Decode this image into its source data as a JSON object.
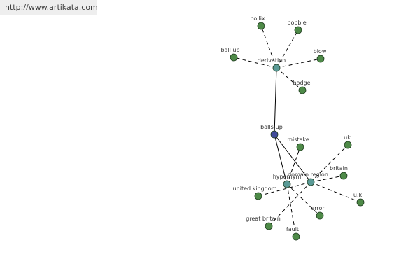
{
  "source": {
    "url_text": "http://www.artikata.com"
  },
  "colors": {
    "center": "#404a9a",
    "relation": "#5a9a96",
    "leaf": "#4e8a48",
    "edge": "#000000"
  },
  "graph": {
    "center": "balls-up",
    "relations": [
      "derivation",
      "hypernym",
      "domain region"
    ],
    "nodes": [
      {
        "id": "balls_up",
        "label": "balls-up",
        "kind": "center"
      },
      {
        "id": "derivation",
        "label": "derivation",
        "kind": "relation"
      },
      {
        "id": "hypernym",
        "label": "hypernym",
        "kind": "relation"
      },
      {
        "id": "domain_region",
        "label": "domain region",
        "kind": "relation"
      },
      {
        "id": "bollix",
        "label": "bollix",
        "kind": "leaf"
      },
      {
        "id": "bobble",
        "label": "bobble",
        "kind": "leaf"
      },
      {
        "id": "ball_up",
        "label": "ball up",
        "kind": "leaf"
      },
      {
        "id": "blow",
        "label": "blow",
        "kind": "leaf"
      },
      {
        "id": "bodge",
        "label": "bodge",
        "kind": "leaf"
      },
      {
        "id": "mistake",
        "label": "mistake",
        "kind": "leaf"
      },
      {
        "id": "error",
        "label": "error",
        "kind": "leaf"
      },
      {
        "id": "fault",
        "label": "fault",
        "kind": "leaf"
      },
      {
        "id": "uk",
        "label": "uk",
        "kind": "leaf"
      },
      {
        "id": "britain",
        "label": "britain",
        "kind": "leaf"
      },
      {
        "id": "u_k",
        "label": "u.k",
        "kind": "leaf"
      },
      {
        "id": "united_kingdom",
        "label": "united kingdom",
        "kind": "leaf"
      },
      {
        "id": "great_britain",
        "label": "great britain",
        "kind": "leaf"
      }
    ],
    "edges": [
      {
        "from": "balls_up",
        "to": "derivation",
        "style": "solid"
      },
      {
        "from": "balls_up",
        "to": "hypernym",
        "style": "solid"
      },
      {
        "from": "balls_up",
        "to": "domain_region",
        "style": "solid"
      },
      {
        "from": "derivation",
        "to": "bollix",
        "style": "dashed"
      },
      {
        "from": "derivation",
        "to": "bobble",
        "style": "dashed"
      },
      {
        "from": "derivation",
        "to": "ball_up",
        "style": "dashed"
      },
      {
        "from": "derivation",
        "to": "blow",
        "style": "dashed"
      },
      {
        "from": "derivation",
        "to": "bodge",
        "style": "dashed"
      },
      {
        "from": "hypernym",
        "to": "mistake",
        "style": "dashed"
      },
      {
        "from": "hypernym",
        "to": "error",
        "style": "dashed"
      },
      {
        "from": "hypernym",
        "to": "fault",
        "style": "dashed"
      },
      {
        "from": "domain_region",
        "to": "uk",
        "style": "dashed"
      },
      {
        "from": "domain_region",
        "to": "britain",
        "style": "dashed"
      },
      {
        "from": "domain_region",
        "to": "u_k",
        "style": "dashed"
      },
      {
        "from": "domain_region",
        "to": "united_kingdom",
        "style": "dashed"
      },
      {
        "from": "domain_region",
        "to": "great_britain",
        "style": "dashed"
      }
    ]
  }
}
